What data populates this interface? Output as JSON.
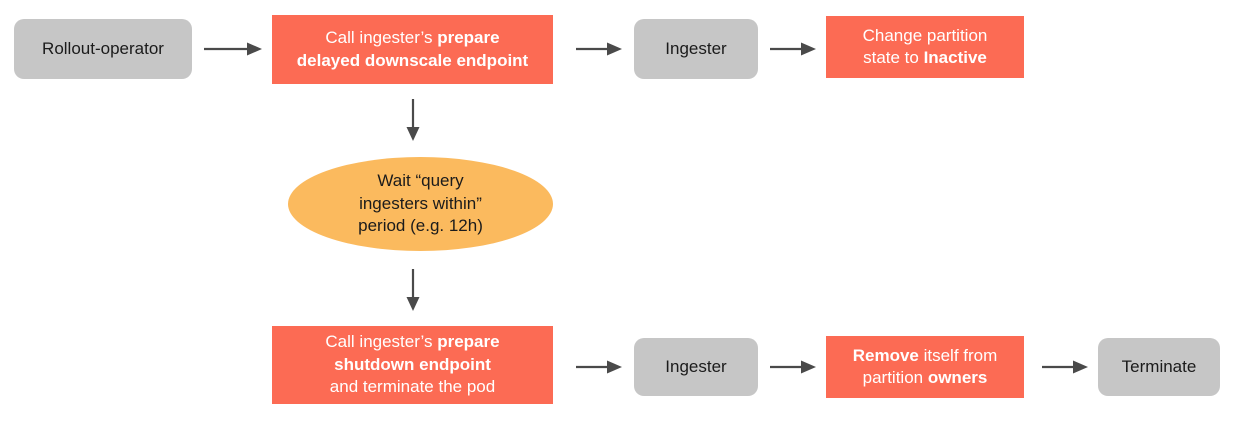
{
  "diagram": {
    "title": "Ingester delayed downscale and shutdown flow",
    "colors": {
      "background": "#ffffff",
      "gray_node": "#c6c6c6",
      "red_node": "#fc6b54",
      "orange_node": "#fbba5e",
      "arrow": "#4a4a4a",
      "gray_node_text": "#1b1b1b",
      "red_node_text": "#ffffff"
    },
    "nodes": {
      "rollout_operator": {
        "text": "Rollout-operator",
        "shape": "rounded-rectangle",
        "fill": "#c6c6c6"
      },
      "prepare_delayed_downscale": {
        "text_plain": "Call ingester’s prepare delayed downscale endpoint",
        "text_html": "Call ingester’s <b>prepare<br>delayed downscale endpoint</b>",
        "shape": "rectangle",
        "fill": "#fc6b54"
      },
      "ingester_top": {
        "text": "Ingester",
        "shape": "rounded-rectangle",
        "fill": "#c6c6c6"
      },
      "change_partition_state": {
        "text_plain": "Change partition state to Inactive",
        "text_html": "Change partition<br>state to <b>Inactive</b>",
        "shape": "rectangle",
        "fill": "#fc6b54"
      },
      "wait_period": {
        "text_plain": "Wait “query ingesters within” period (e.g. 12h)",
        "text_html": "Wait “query<br>ingesters within”<br>period (e.g. 12h)",
        "shape": "ellipse",
        "fill": "#fbba5e"
      },
      "prepare_shutdown": {
        "text_plain": "Call ingester’s prepare shutdown endpoint and terminate the pod",
        "text_html": "Call ingester’s <b>prepare<br>shutdown endpoint</b><br>and terminate the pod",
        "shape": "rectangle",
        "fill": "#fc6b54"
      },
      "ingester_bottom": {
        "text": "Ingester",
        "shape": "rounded-rectangle",
        "fill": "#c6c6c6"
      },
      "remove_from_owners": {
        "text_plain": "Remove itself from partition owners",
        "text_html": "<b>Remove</b> itself from<br>partition <b>owners</b>",
        "shape": "rectangle",
        "fill": "#fc6b54"
      },
      "terminate": {
        "text": "Terminate",
        "shape": "rounded-rectangle",
        "fill": "#c6c6c6"
      }
    },
    "edges": [
      {
        "id": "edge-rollout-to-prepare-delayed",
        "from": "rollout_operator",
        "to": "prepare_delayed_downscale",
        "direction": "right",
        "label": ""
      },
      {
        "id": "edge-prepare-delayed-to-ingester-top",
        "from": "prepare_delayed_downscale",
        "to": "ingester_top",
        "direction": "right",
        "label": ""
      },
      {
        "id": "edge-ingester-top-to-change-partition",
        "from": "ingester_top",
        "to": "change_partition_state",
        "direction": "right",
        "label": ""
      },
      {
        "id": "edge-prepare-delayed-to-wait",
        "from": "prepare_delayed_downscale",
        "to": "wait_period",
        "direction": "down",
        "label": ""
      },
      {
        "id": "edge-wait-to-prepare-shutdown",
        "from": "wait_period",
        "to": "prepare_shutdown",
        "direction": "down",
        "label": ""
      },
      {
        "id": "edge-prepare-shutdown-to-ingester-bottom",
        "from": "prepare_shutdown",
        "to": "ingester_bottom",
        "direction": "right",
        "label": ""
      },
      {
        "id": "edge-ingester-bottom-to-remove-owners",
        "from": "ingester_bottom",
        "to": "remove_from_owners",
        "direction": "right",
        "label": ""
      },
      {
        "id": "edge-remove-owners-to-terminate",
        "from": "remove_from_owners",
        "to": "terminate",
        "direction": "right",
        "label": ""
      }
    ]
  }
}
